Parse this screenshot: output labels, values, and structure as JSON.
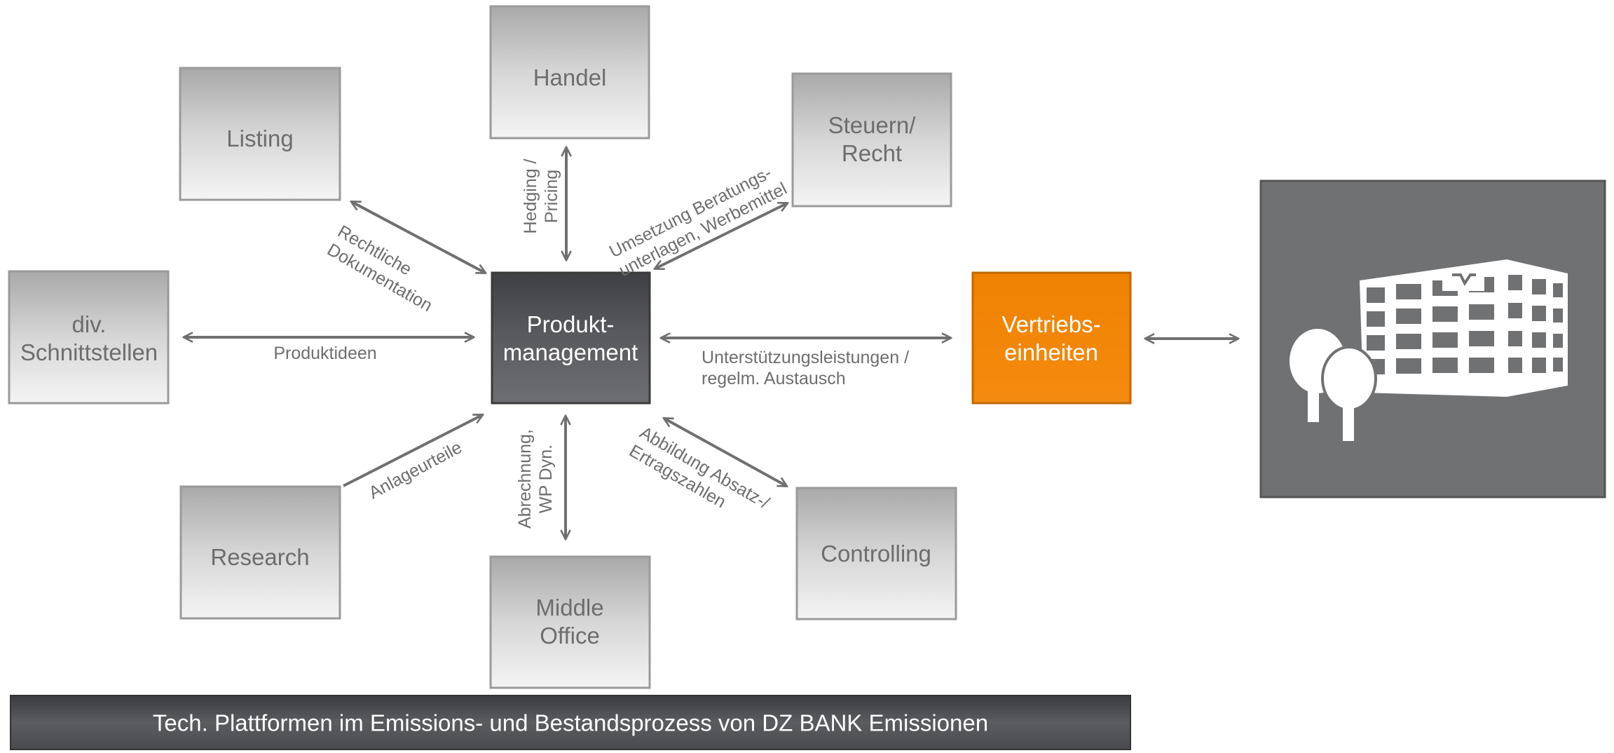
{
  "nodes": {
    "handel": {
      "lines": [
        "Handel"
      ]
    },
    "listing": {
      "lines": [
        "Listing"
      ]
    },
    "steuern": {
      "lines": [
        "Steuern/",
        "Recht"
      ]
    },
    "schnittstellen": {
      "lines": [
        "div.",
        "Schnittstellen"
      ]
    },
    "produkt": {
      "lines": [
        "Produkt-",
        "management"
      ]
    },
    "vertrieb": {
      "lines": [
        "Vertriebs-",
        "einheiten"
      ]
    },
    "research": {
      "lines": [
        "Research"
      ]
    },
    "controlling": {
      "lines": [
        "Controlling"
      ]
    },
    "middle": {
      "lines": [
        "Middle",
        "Office"
      ]
    }
  },
  "edge_labels": {
    "hedging": {
      "lines": [
        "Hedging /",
        "Pricing"
      ]
    },
    "rechtliche": {
      "lines": [
        "Rechtliche",
        "Dokumentation"
      ]
    },
    "umsetzung": {
      "lines": [
        "Umsetzung Beratungs-",
        "unterlagen, Werbemittel"
      ]
    },
    "produktideen": {
      "lines": [
        "Produktideen"
      ]
    },
    "unterstuetzung": {
      "lines": [
        "Unterstützungsleistungen /",
        "regelm. Austausch"
      ]
    },
    "anlageurteile": {
      "lines": [
        "Anlageurteile"
      ]
    },
    "abrechnung": {
      "lines": [
        "Abrechnung,",
        "WP Dyn."
      ]
    },
    "abbildung": {
      "lines": [
        "Abbildung Absatz-/",
        "Ertragszahlen"
      ]
    }
  },
  "platform_bar": {
    "label": "Tech. Plattformen im Emissions- und Bestandsprozess von DZ BANK Emissionen"
  },
  "colors": {
    "accent": "#F08200",
    "center": "#55565A",
    "gray_box": "#D0D0D0",
    "arrow": "#707070",
    "panel": "#707173"
  },
  "icons": {
    "bank_building": "bank-building-icon"
  }
}
